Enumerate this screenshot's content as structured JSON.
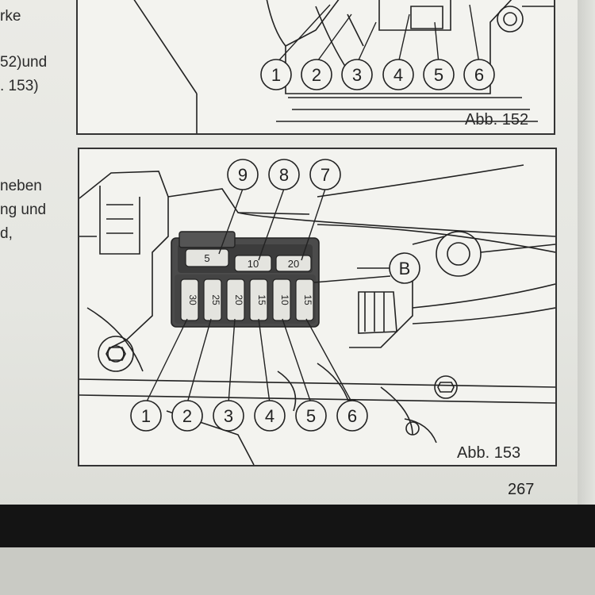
{
  "side_text": {
    "line1": "rke",
    "line2": "52)und",
    "line3": ". 153)",
    "line4": "neben",
    "line5": "ng und",
    "line6": "d,"
  },
  "figure_152": {
    "caption": "Abb. 152",
    "callouts": [
      "1",
      "2",
      "3",
      "4",
      "5",
      "6"
    ]
  },
  "figure_153": {
    "caption": "Abb. 153",
    "callouts_top": [
      "9",
      "8",
      "7"
    ],
    "callout_b": "B",
    "callouts_bottom": [
      "1",
      "2",
      "3",
      "4",
      "5",
      "6"
    ],
    "fuses_top": [
      "5",
      "10",
      "20"
    ],
    "fuses_bottom": [
      "30",
      "25",
      "20",
      "15",
      "10",
      "15"
    ]
  },
  "page_number": "267"
}
